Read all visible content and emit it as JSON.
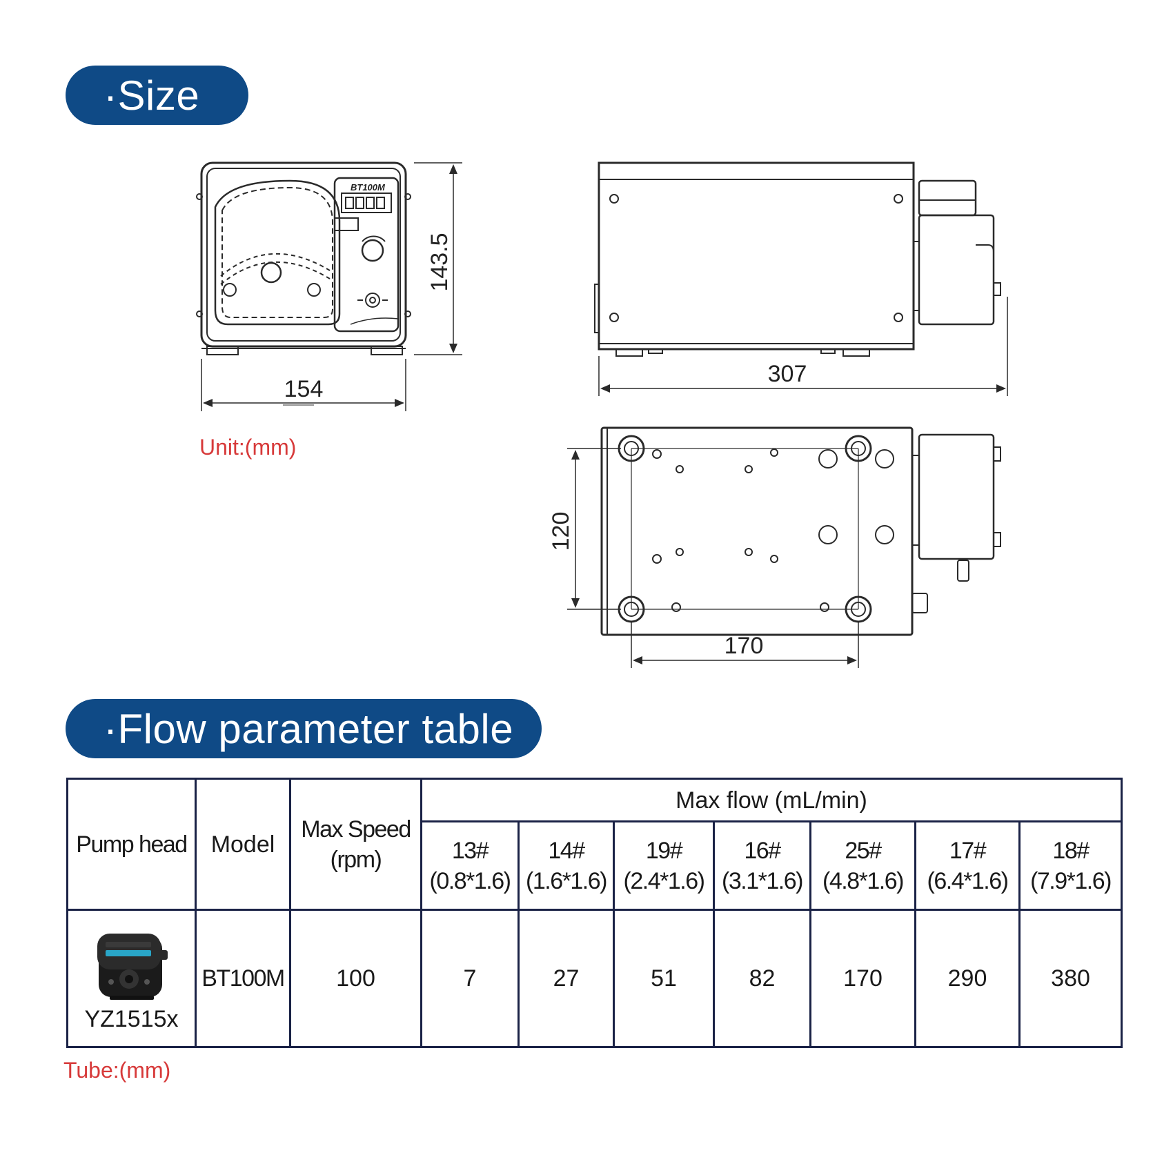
{
  "size_section": {
    "title": "·Size",
    "dims": {
      "front_width": "154",
      "front_height": "143.5",
      "side_length": "307",
      "bottom_depth": "120",
      "bottom_width": "170"
    },
    "front_label": "BT100M",
    "unit_note": "Unit:(mm)"
  },
  "flow_section": {
    "title": "·Flow parameter table",
    "headers": {
      "pump_head": "Pump head",
      "model": "Model",
      "max_speed_line1": "Max Speed",
      "max_speed_line2": "(rpm)",
      "max_flow": "Max flow (mL/min)"
    },
    "tubes": [
      {
        "no": "13#",
        "size": "(0.8*1.6)"
      },
      {
        "no": "14#",
        "size": "(1.6*1.6)"
      },
      {
        "no": "19#",
        "size": "(2.4*1.6)"
      },
      {
        "no": "16#",
        "size": "(3.1*1.6)"
      },
      {
        "no": "25#",
        "size": "(4.8*1.6)"
      },
      {
        "no": "17#",
        "size": "(6.4*1.6)"
      },
      {
        "no": "18#",
        "size": "(7.9*1.6)"
      }
    ],
    "row": {
      "pump_head": "YZ1515x",
      "model": "BT100M",
      "max_speed": "100",
      "flows": [
        "7",
        "27",
        "51",
        "82",
        "170",
        "290",
        "380"
      ]
    },
    "tube_note": "Tube:(mm)"
  }
}
